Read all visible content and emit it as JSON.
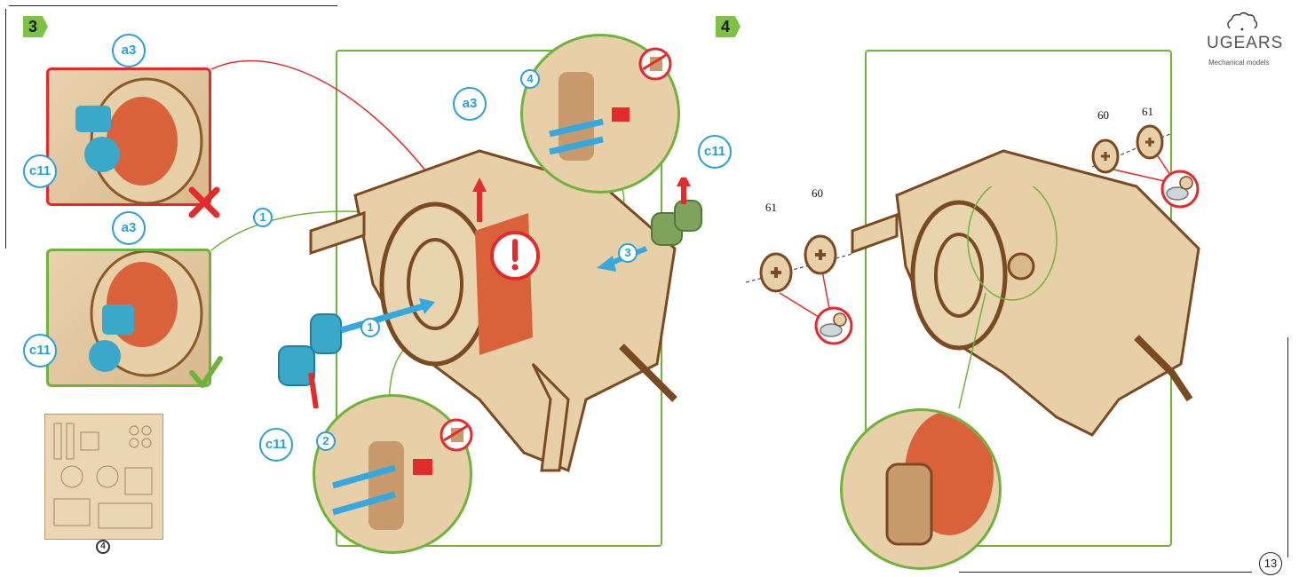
{
  "brand": {
    "name": "UGEARS",
    "tagline": "Mechanical models"
  },
  "page_number": "13",
  "steps": [
    {
      "number": "3"
    },
    {
      "number": "4"
    }
  ],
  "labels": {
    "a3": "a3",
    "c11": "c11",
    "sheet_number": "4",
    "arrow_numbers": [
      "1",
      "2",
      "3",
      "4"
    ],
    "part_61": "61",
    "part_60": "60"
  },
  "colors": {
    "green": "#7dc242",
    "blue": "#2b9fd6",
    "red": "#e32b2b",
    "wood": "#e7cfa8"
  }
}
